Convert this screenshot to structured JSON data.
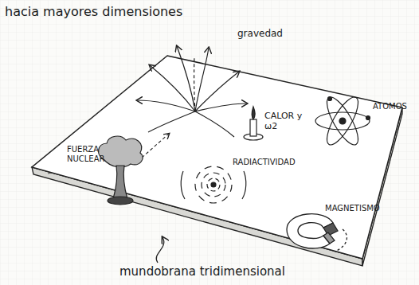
{
  "diagram": {
    "labels": [
      "hacia mayores dimensiones",
      "gravedad",
      "CALOR y ω2",
      "ATOMOS",
      "FUERZA NUCLEAR",
      "RADIACTIVIDAD",
      "MAGNETISMO",
      "mundobrana tridimensional"
    ]
  }
}
